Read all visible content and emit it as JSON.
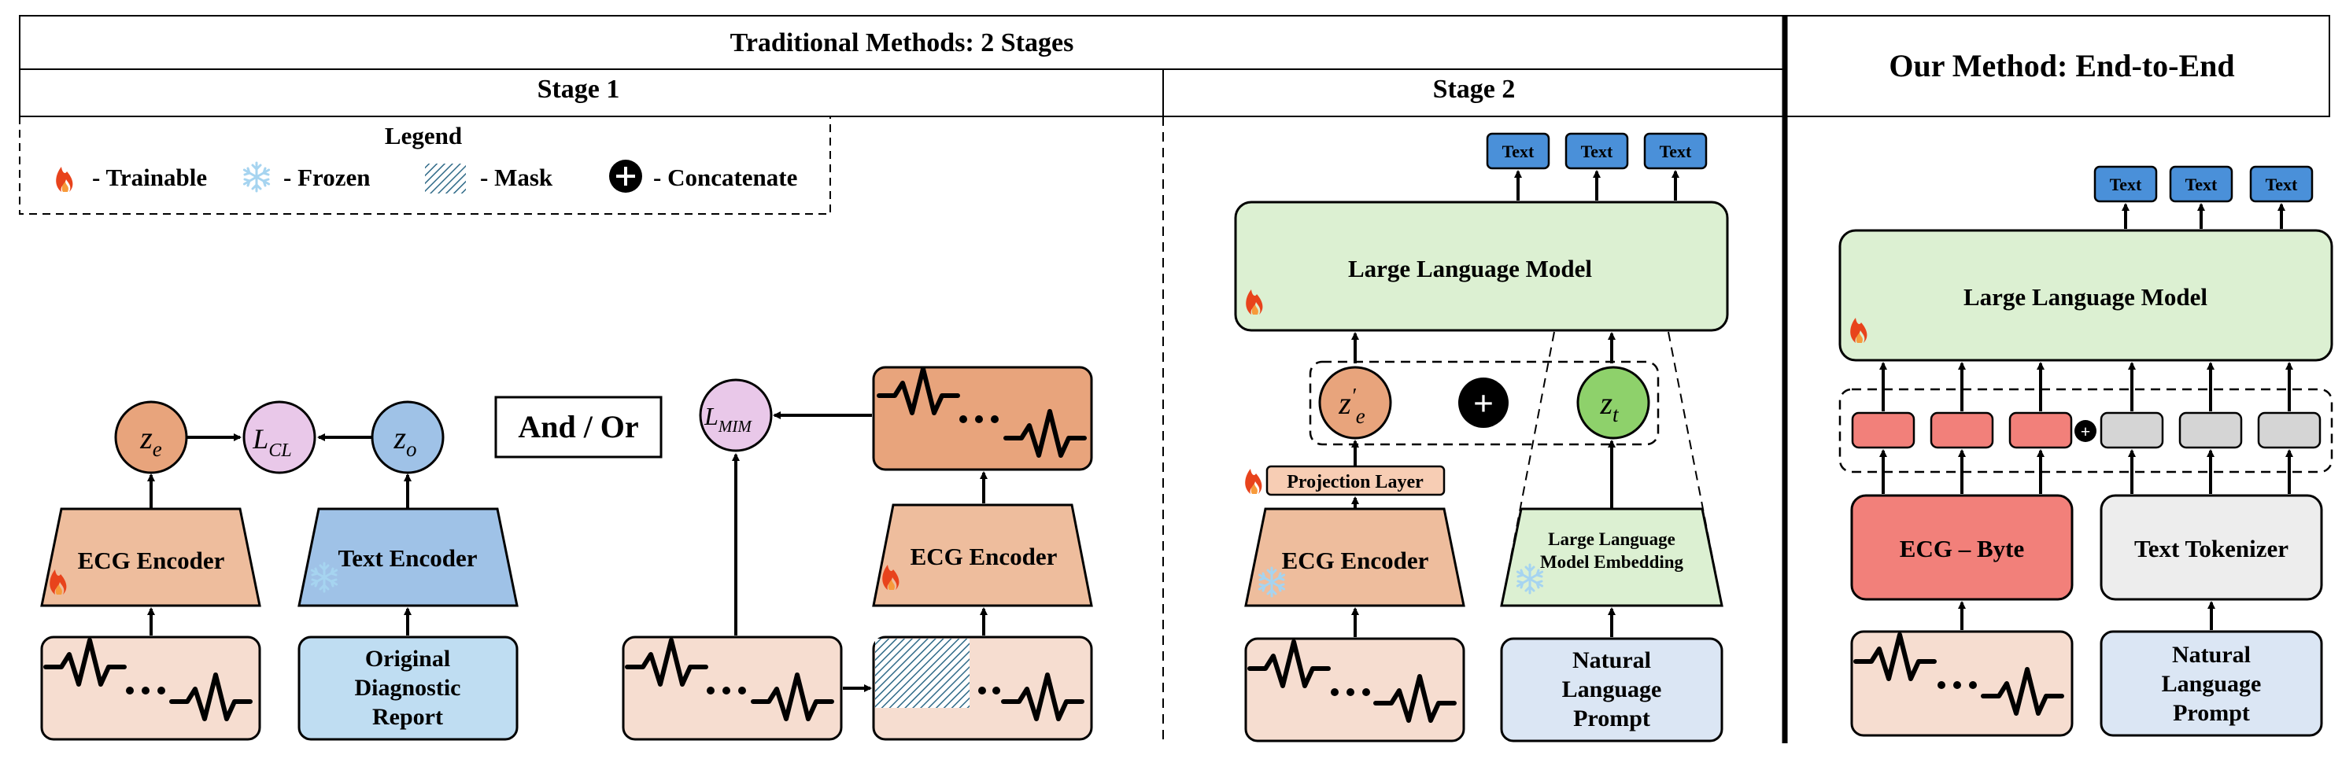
{
  "header": {
    "traditional_title": "Traditional Methods: 2 Stages",
    "stage1_title": "Stage 1",
    "stage2_title": "Stage 2",
    "ours_title": "Our Method: End-to-End"
  },
  "legend": {
    "title": "Legend",
    "trainable": "- Trainable",
    "frozen": "- Frozen",
    "mask": "- Mask",
    "concatenate": "- Concatenate"
  },
  "stage1": {
    "ecg_encoder": "ECG Encoder",
    "text_encoder": "Text Encoder",
    "ze_base": "z",
    "ze_sub": "e",
    "zo_base": "z",
    "zo_sub": "o",
    "lcl_base": "L",
    "lcl_sub": "CL",
    "report_lines": [
      "Original",
      "Diagnostic",
      "Report"
    ],
    "and_or": "And / Or",
    "lmim_base": "L",
    "lmim_sub": "MIM",
    "ecg_encoder_2": "ECG Encoder"
  },
  "stage2": {
    "text_outputs": [
      "Text",
      "Text",
      "Text"
    ],
    "llm": "Large Language Model",
    "ze_prime_base": "z",
    "ze_prime_mark": "′",
    "ze_prime_sub": "e",
    "zt_base": "z",
    "zt_sub": "t",
    "concat_symbol": "+",
    "projection_layer": "Projection Layer",
    "ecg_encoder": "ECG Encoder",
    "llm_embedding_lines": [
      "Large Language",
      "Model Embedding"
    ],
    "prompt_lines": [
      "Natural",
      "Language",
      "Prompt"
    ]
  },
  "ours": {
    "text_outputs": [
      "Text",
      "Text",
      "Text"
    ],
    "llm": "Large Language Model",
    "ecg_byte": "ECG – Byte",
    "text_tokenizer": "Text Tokenizer",
    "concat_symbol": "+",
    "prompt_lines": [
      "Natural",
      "Language",
      "Prompt"
    ]
  },
  "colors": {
    "ecg_orange": "#e8a47c",
    "ecg_light": "#f6ddd0",
    "ecg_encoder": "#eebd9d",
    "text_blue": "#9fc2e7",
    "report_blue": "#bfddf2",
    "prompt_blue": "#dbe6f4",
    "llm_green": "#dcf0d2",
    "zt_green": "#8ed16b",
    "lcl_pink": "#e9c8e9",
    "byte_red": "#f2807a",
    "token_gray": "#d5d5d5",
    "tokenizer_bg": "#ededed",
    "text_box_blue": "#4a90d9",
    "fire": "#e8431c",
    "snow": "#a6d4f0"
  }
}
